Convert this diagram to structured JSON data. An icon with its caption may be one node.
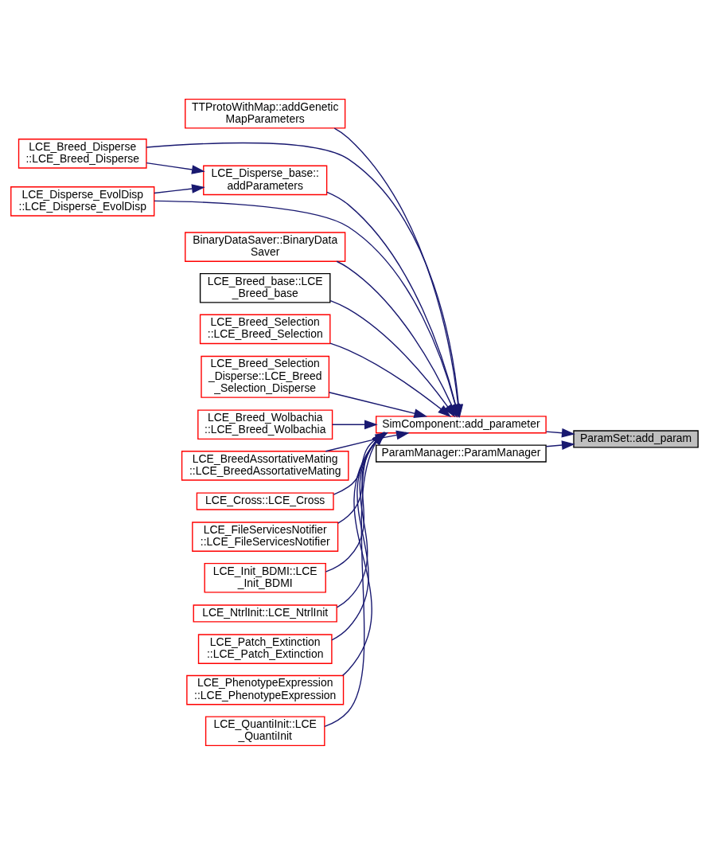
{
  "diagram": {
    "nodes": [
      {
        "text": [
          "ParamSet::add_param"
        ]
      },
      {
        "text": [
          "SimComponent::add_parameter"
        ]
      },
      {
        "text": [
          "ParamManager::ParamManager"
        ]
      },
      {
        "text": [
          "TTProtoWithMap::addGenetic MapParameters"
        ]
      },
      {
        "text": [
          "LCE_Breed_Disperse ::LCE_Breed_Disperse"
        ]
      },
      {
        "text": [
          "LCE_Disperse_base:: addParameters"
        ]
      },
      {
        "text": [
          "LCE_Disperse_EvolDisp ::LCE_Disperse_EvolDisp"
        ]
      },
      {
        "text": [
          "BinaryDataSaver::BinaryData Saver"
        ]
      },
      {
        "text": [
          "LCE_Breed_base::LCE _Breed_base"
        ]
      },
      {
        "text": [
          "LCE_Breed_Selection ::LCE_Breed_Selection"
        ]
      },
      {
        "text": [
          "LCE_Breed_Selection _Disperse::LCE_Breed _Selection_Disperse"
        ]
      },
      {
        "text": [
          "LCE_Breed_Wolbachia ::LCE_Breed_Wolbachia"
        ]
      },
      {
        "text": [
          "LCE_BreedAssortativeMating ::LCE_BreedAssortativeMating"
        ]
      },
      {
        "text": [
          "LCE_Cross::LCE_Cross"
        ]
      },
      {
        "text": [
          "LCE_FileServicesNotifier ::LCE_FileServicesNotifier"
        ]
      },
      {
        "text": [
          "LCE_Init_BDMI::LCE _Init_BDMI"
        ]
      },
      {
        "text": [
          "LCE_NtrlInit::LCE_NtrlInit"
        ]
      },
      {
        "text": [
          "LCE_Patch_Extinction ::LCE_Patch_Extinction"
        ]
      },
      {
        "text": [
          "LCE_PhenotypeExpression ::LCE_PhenotypeExpression"
        ]
      },
      {
        "text": [
          "LCE_QuantiInit::LCE _QuantiInit"
        ]
      }
    ],
    "edges": [
      {
        "from": 1,
        "to": 0,
        "arrow": "to"
      },
      {
        "from": 2,
        "to": 0,
        "arrow": "to"
      },
      {
        "from": 3,
        "to": 1,
        "arrow": "to"
      },
      {
        "from": 4,
        "to": 1,
        "arrow": "to"
      },
      {
        "from": 4,
        "to": 5,
        "arrow": "to"
      },
      {
        "from": 5,
        "to": 1,
        "arrow": "to"
      },
      {
        "from": 6,
        "to": 5,
        "arrow": "to"
      },
      {
        "from": 6,
        "to": 1,
        "arrow": "to"
      },
      {
        "from": 7,
        "to": 1,
        "arrow": "to"
      },
      {
        "from": 8,
        "to": 1,
        "arrow": "to"
      },
      {
        "from": 9,
        "to": 1,
        "arrow": "to"
      },
      {
        "from": 10,
        "to": 1,
        "arrow": "to"
      },
      {
        "from": 11,
        "to": 1,
        "arrow": "to"
      },
      {
        "from": 12,
        "to": 1,
        "arrow": "to"
      },
      {
        "from": 13,
        "to": 1,
        "arrow": "to"
      },
      {
        "from": 14,
        "to": 1,
        "arrow": "to"
      },
      {
        "from": 15,
        "to": 1,
        "arrow": "to"
      },
      {
        "from": 16,
        "to": 1,
        "arrow": "to"
      },
      {
        "from": 17,
        "to": 1,
        "arrow": "to"
      },
      {
        "from": 18,
        "to": 1,
        "arrow": "to"
      },
      {
        "from": 19,
        "to": 1,
        "arrow": "to"
      }
    ]
  }
}
